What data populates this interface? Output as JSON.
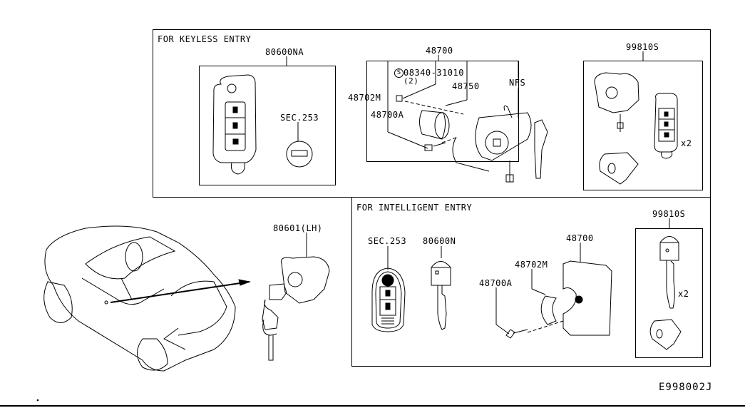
{
  "diagram": {
    "type": "parts-exploded-view",
    "drawing_number": "E998002J",
    "colors": {
      "line": "#000000",
      "background": "#ffffff"
    }
  },
  "sections": {
    "keyless": {
      "title": "FOR KEYLESS ENTRY",
      "remote_kit": {
        "part": "80600NA",
        "sub_ref": "SEC.253"
      },
      "ignition_kit": {
        "part": "48700",
        "screw_symbol": "S",
        "screw": "08340-31010",
        "screw_qty": "(2)",
        "cylinder": "48750",
        "nfs": "NFS",
        "bracket": "48702M",
        "bolt": "48700A"
      },
      "key_set": {
        "part": "99810S",
        "qty": "x2"
      }
    },
    "door_lock": {
      "part": "80601(LH)"
    },
    "intelligent": {
      "title": "FOR INTELLIGENT ENTRY",
      "smart_key": {
        "sub_ref": "SEC.253"
      },
      "emergency_key": {
        "part": "80600N"
      },
      "ignition": {
        "part": "48700",
        "bracket": "48702M",
        "bolt": "48700A"
      },
      "key_set": {
        "part": "99810S",
        "qty": "x2"
      }
    }
  }
}
